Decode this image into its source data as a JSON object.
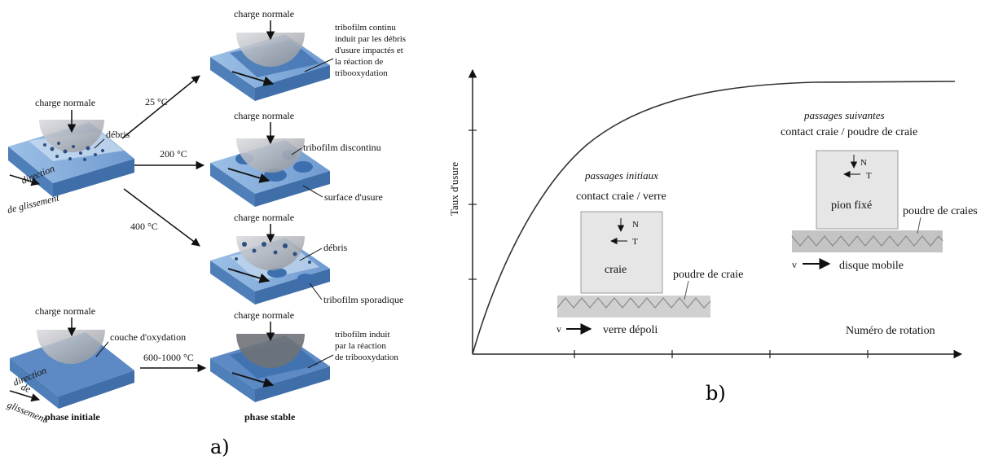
{
  "panel_a": {
    "caption": "a)",
    "charge_normale": "charge normale",
    "debris": "débris",
    "direction": "direction",
    "de_glissement": "de glissement",
    "temp_25": "25 °C",
    "temp_200": "200 °C",
    "temp_400": "400 °C",
    "temp_600_1000": "600-1000 °C",
    "tribofilm_continu": [
      "tribofilm continu",
      "induit par les débris",
      "d'usure impactés et",
      "la réaction de",
      "tribooxydation"
    ],
    "tribofilm_discontinu": "tribofilm  discontinu",
    "surface_usure": "surface d'usure",
    "tribofilm_sporadique": "tribofilm sporadique",
    "couche_oxydation": "couche d'oxydation",
    "tribofilm_induit": [
      "tribofilm induit",
      "par la réaction",
      "de tribooxydation"
    ],
    "phase_initiale": "phase initiale",
    "phase_stable": "phase stable",
    "glissement_lower": "glissement"
  },
  "panel_b": {
    "caption": "b)",
    "ylabel": "Taux d'usure",
    "xlabel": "Numéro de rotation",
    "passages_initiaux": "passages initiaux",
    "contact_craie_verre": "contact craie / verre",
    "craie": "craie",
    "poudre_de_craie": "poudre de craie",
    "verre_depoli": "verre dépoli",
    "passages_suivantes": "passages suivantes",
    "contact_craie_poudre": "contact craie / poudre de craie",
    "pion_fixe": "pion fixé",
    "poudre_de_craies": "poudre de craies",
    "disque_mobile": "disque mobile",
    "N": "N",
    "T": "T",
    "v": "v"
  },
  "colors": {
    "block_top": "#8fb4dc",
    "block_stripe": "#4f7fb8",
    "block_side": "#5d8ac4",
    "block_dark": "#3f6ea8",
    "sphere": "#b9bcc2",
    "film": "#3d6fae",
    "chalk": "#e6e6e6",
    "ground": "#b0b0b0"
  }
}
